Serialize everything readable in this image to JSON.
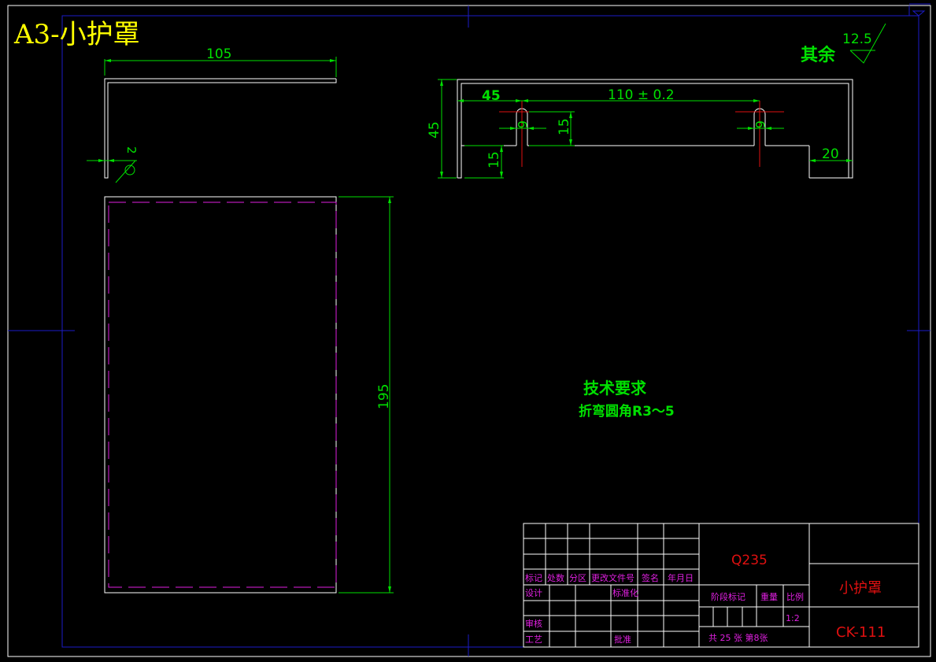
{
  "title": "A3-小护罩",
  "surface_finish": {
    "label": "其余",
    "value": "12.5"
  },
  "left_view": {
    "dim_width": "105",
    "dim_thickness": "2"
  },
  "right_view": {
    "dim_left": "45",
    "dim_span": "110 ± 0.2",
    "dim_height": "45",
    "dim_slot_depth": "15",
    "dim_step": "15",
    "dim_slot_left": "6",
    "dim_slot_right": "6",
    "dim_right": "20"
  },
  "blank_view": {
    "dim_length": "195"
  },
  "tech_req": {
    "heading": "技术要求",
    "note": "折弯圆角R3～5"
  },
  "title_block": {
    "material": "Q235",
    "part_name": "小护罩",
    "drawing_no": "CK-111",
    "scale": "1:2",
    "sheet_info": "共 25 张 第8张",
    "header_cols": [
      "标记",
      "处数",
      "分区",
      "更改文件号",
      "签名",
      "年月日"
    ],
    "labels": {
      "design": "设计",
      "standardize": "标准化",
      "review": "审核",
      "process": "工艺",
      "approve": "批准",
      "stage_mark": "阶段标记",
      "weight": "重量",
      "scale_label": "比例"
    }
  }
}
